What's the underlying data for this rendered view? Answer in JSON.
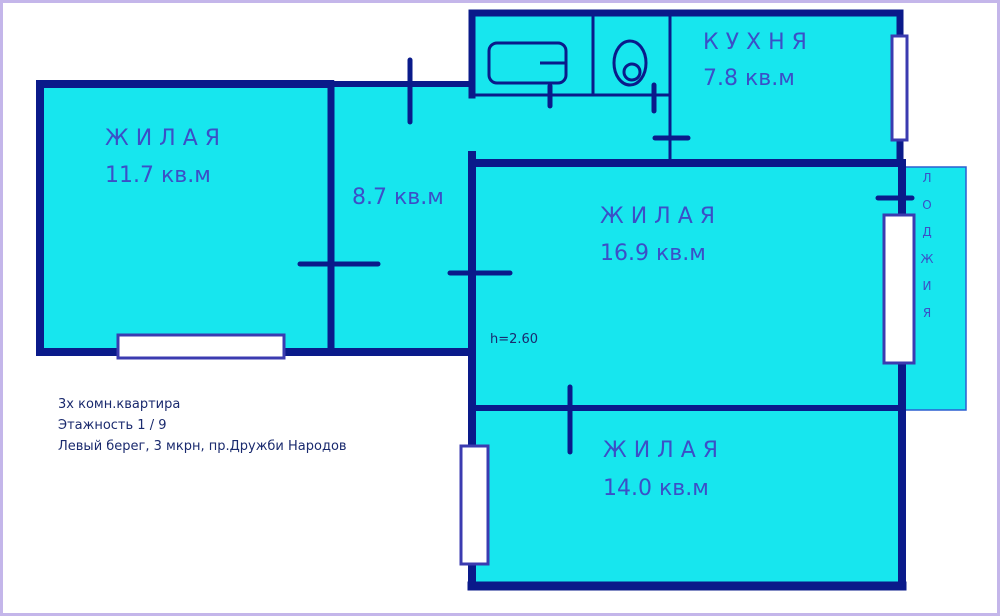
{
  "rooms": {
    "kitchen": {
      "name": "КУХНЯ",
      "area": "7.8 кв.м"
    },
    "living_left": {
      "name": "ЖИЛАЯ",
      "area": "11.7 кв.м"
    },
    "hall": {
      "area": "8.7 кв.м"
    },
    "living_center": {
      "name": "ЖИЛАЯ",
      "area": "16.9 кв.м"
    },
    "living_bottom": {
      "name": "ЖИЛАЯ",
      "area": "14.0 кв.м"
    }
  },
  "loggia_letters": [
    "Л",
    "О",
    "Д",
    "Ж",
    "И",
    "Я"
  ],
  "ceiling_height": "h=2.60",
  "info": {
    "rooms_count": "3х комн.квартира",
    "floor": "Этажность 1 / 9",
    "address": "Левый берег, 3 мкрн, пр.Дружби Народов"
  },
  "colors": {
    "room_fill": "#17e6ee",
    "wall": "#0a1a8a",
    "text": "#3b4fc7",
    "frame": "#c4b6ea"
  }
}
